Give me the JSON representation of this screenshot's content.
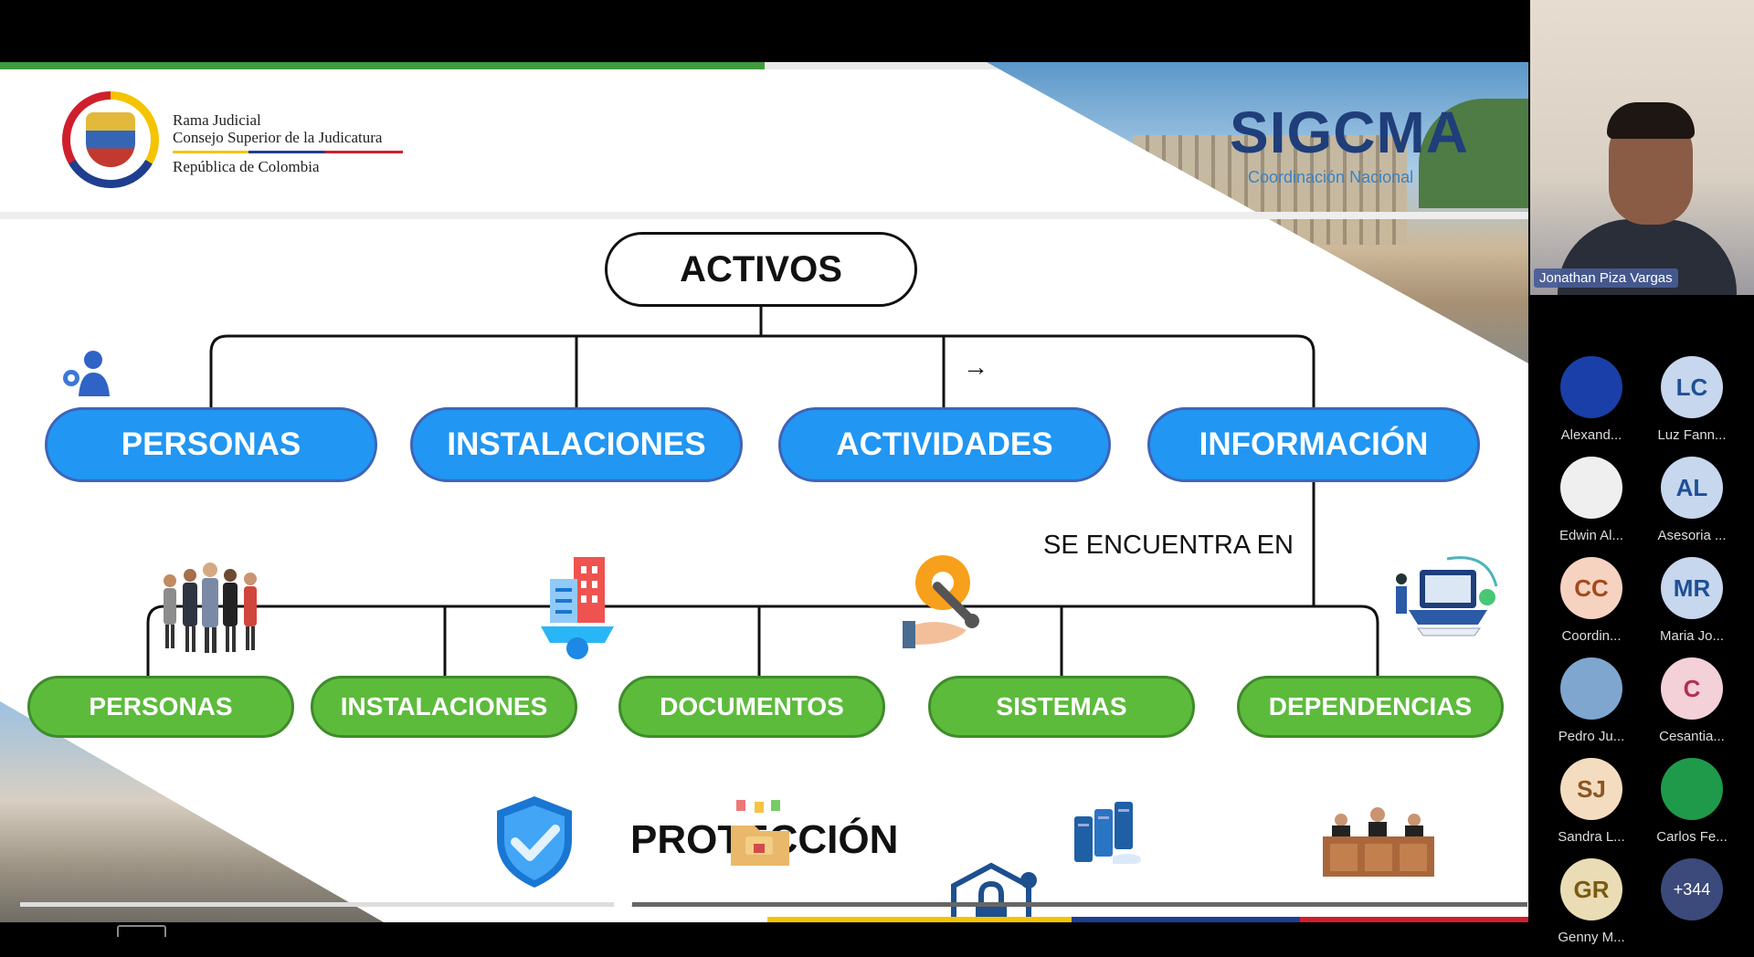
{
  "slide": {
    "org_name": "Rama Judicial",
    "org_subtitle": "Consejo Superior de la Judicatura",
    "org_country": "República de Colombia",
    "brand": "SIGCMA",
    "brand_subtitle": "Coordinación Nacional",
    "root_label": "ACTIVOS",
    "top_nodes": [
      "PERSONAS",
      "INSTALACIONES",
      "ACTIVIDADES",
      "INFORMACIÓN"
    ],
    "connector_text": "SE ENCUENTRA EN",
    "bottom_nodes": [
      "PERSONAS",
      "INSTALACIONES",
      "DOCUMENTOS",
      "SISTEMAS",
      "DEPENDENCIAS"
    ],
    "footer_label": "PROTECCIÓN",
    "colors": {
      "blue_node": "#2196f3",
      "green_node": "#5dbb3c",
      "brand": "#1f3e7a"
    }
  },
  "playback": {
    "progress_fraction": 0.4
  },
  "meeting": {
    "speaker_name": "Jonathan Piza Vargas",
    "participants": [
      {
        "initials": "",
        "name": "Alexand...",
        "bg": "#1a3fa8",
        "fg": "#fff"
      },
      {
        "initials": "LC",
        "name": "Luz Fann...",
        "bg": "#c6d7ee",
        "fg": "#1f4f96"
      },
      {
        "initials": "",
        "name": "Edwin Al...",
        "bg": "#efefef",
        "fg": "#333"
      },
      {
        "initials": "AL",
        "name": "Asesoria ...",
        "bg": "#c6d7ee",
        "fg": "#1f4f96"
      },
      {
        "initials": "CC",
        "name": "Coordin...",
        "bg": "#f6d3c0",
        "fg": "#a34a1c"
      },
      {
        "initials": "MR",
        "name": "Maria Jo...",
        "bg": "#c6d7ee",
        "fg": "#1f4f96"
      },
      {
        "initials": "",
        "name": "Pedro Ju...",
        "bg": "#7ea6cf",
        "fg": "#fff"
      },
      {
        "initials": "C",
        "name": "Cesantia...",
        "bg": "#f4d0d8",
        "fg": "#b0304f"
      },
      {
        "initials": "SJ",
        "name": "Sandra L...",
        "bg": "#f4dcc0",
        "fg": "#8a5521"
      },
      {
        "initials": "",
        "name": "Carlos Fe...",
        "bg": "#1f9a4a",
        "fg": "#fff"
      },
      {
        "initials": "GR",
        "name": "Genny M...",
        "bg": "#eadcb4",
        "fg": "#7a5a12"
      }
    ],
    "more_count": "+344"
  }
}
